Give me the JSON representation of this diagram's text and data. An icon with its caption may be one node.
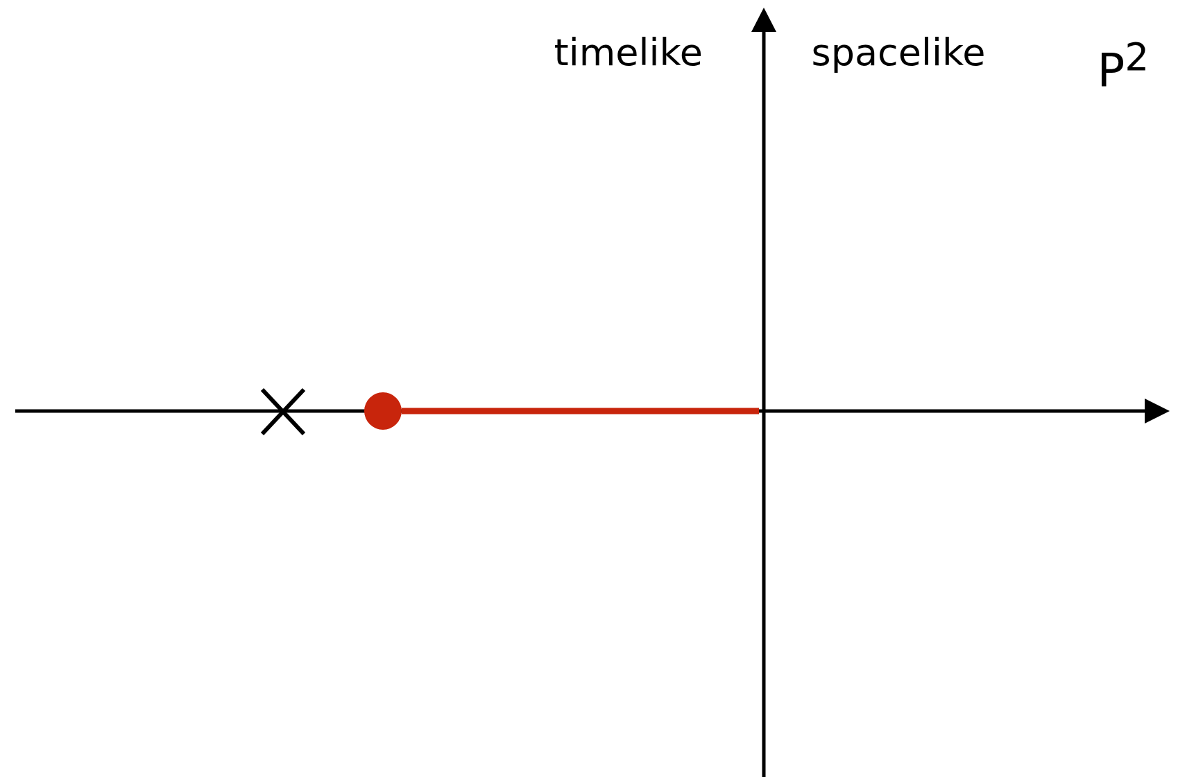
{
  "diagram": {
    "labels": [
      "timelike",
      "spacelike",
      "P$^{2}$"
    ]
  }
}
